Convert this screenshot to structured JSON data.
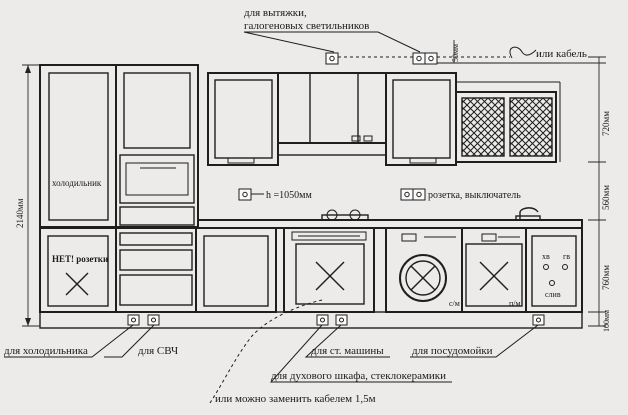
{
  "labels": {
    "hood_line1": "для вытяжки,",
    "hood_line2": "галогеновых светильников",
    "or_cable": "или кабель",
    "fridge": "холодильник",
    "no_socket": "НЕТ! розетки",
    "height_mark": "h =1050мм",
    "socket_switch": "розетка, выключатель",
    "dishwasher_xv": "хв",
    "dishwasher_gv": "гв",
    "dishwasher_drain": "слив",
    "washer_sm": "с/м",
    "dishwasher_pm": "п/м",
    "for_fridge": "для холодильника",
    "for_microwave": "для СВЧ",
    "for_washer": "для ст. машины",
    "for_dishwasher": "для посудомойки",
    "for_oven": "для духового шкафа, стеклокерамики",
    "replace_cable": "или можно заменить кабелем 1,5м"
  },
  "dimensions": {
    "hood_gap": "50мм",
    "upper_cabinets": "720мм",
    "backsplash": "560мм",
    "lower_cabinets": "760мм",
    "plinth": "100мм",
    "total_height": "2140мм"
  }
}
